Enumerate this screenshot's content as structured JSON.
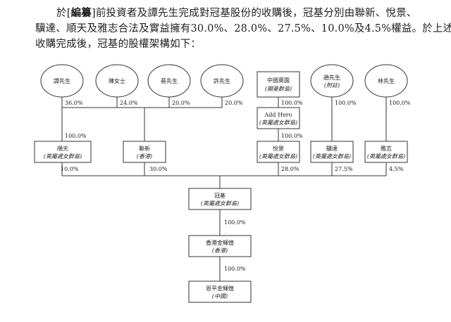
{
  "paragraph": {
    "line1_pre": "於[",
    "line1_bold": "編纂",
    "line1_post": "]前投資者及譚先生完成對冠基股份的收購後，冠基分別由聯新、悅景、",
    "line2": "驥達、順天及雅志合法及實益擁有30.0%、28.0%、27.5%、10.0%及4.5%權益。於上述",
    "line3": "收購完成後，冠基的股權架構如下："
  },
  "chart": {
    "persons": {
      "tan": "譚先生",
      "chen": "陳女士",
      "cai": "蔡先生",
      "xu": "許先生",
      "zhao": "趙先生",
      "zhao_note": "(附註)",
      "lin": "林先生"
    },
    "entities": {
      "zhongguo_aoyuan": {
        "name": "中國奧園",
        "place": "(開曼群島)"
      },
      "add_hero": {
        "name": "Add Hero",
        "place": "(英屬處女群島)"
      },
      "shuntian": {
        "name": "順天",
        "place": "(英屬處女群島)"
      },
      "lianxin": {
        "name": "聯新",
        "place": "(香港)"
      },
      "yuejing": {
        "name": "悅景",
        "place": "(英屬處女群島)"
      },
      "jida": {
        "name": "驥達",
        "place": "(英屬處女群島)"
      },
      "yazhi": {
        "name": "雅志",
        "place": "(英屬處女群島)"
      },
      "guanji": {
        "name": "冠基",
        "place": "(英屬處女群島)"
      },
      "hk_jinhuihuang": {
        "name": "香港金輝煌",
        "place": "(香港)"
      },
      "enping_jinhuihuang": {
        "name": "恩平金輝煌",
        "place": "(中國)"
      }
    },
    "percentages": {
      "tan_lianxin": "36.0%",
      "chen_lianxin": "24.0%",
      "cai_lianxin": "20.0%",
      "xu_lianxin": "20.0%",
      "tan_shuntian": "100.0%",
      "aoyuan_addhero": "100.0%",
      "addhero_yuejing": "100.0%",
      "zhao_jida": "100.0%",
      "lin_yazhi": "100.0%",
      "shuntian_guanji": "10.0%",
      "lianxin_guanji": "30.0%",
      "yuejing_guanji": "28.0%",
      "jida_guanji": "27.5%",
      "yazhi_guanji": "4.5%",
      "guanji_hk": "100.0%",
      "hk_enping": "100.0%"
    }
  }
}
